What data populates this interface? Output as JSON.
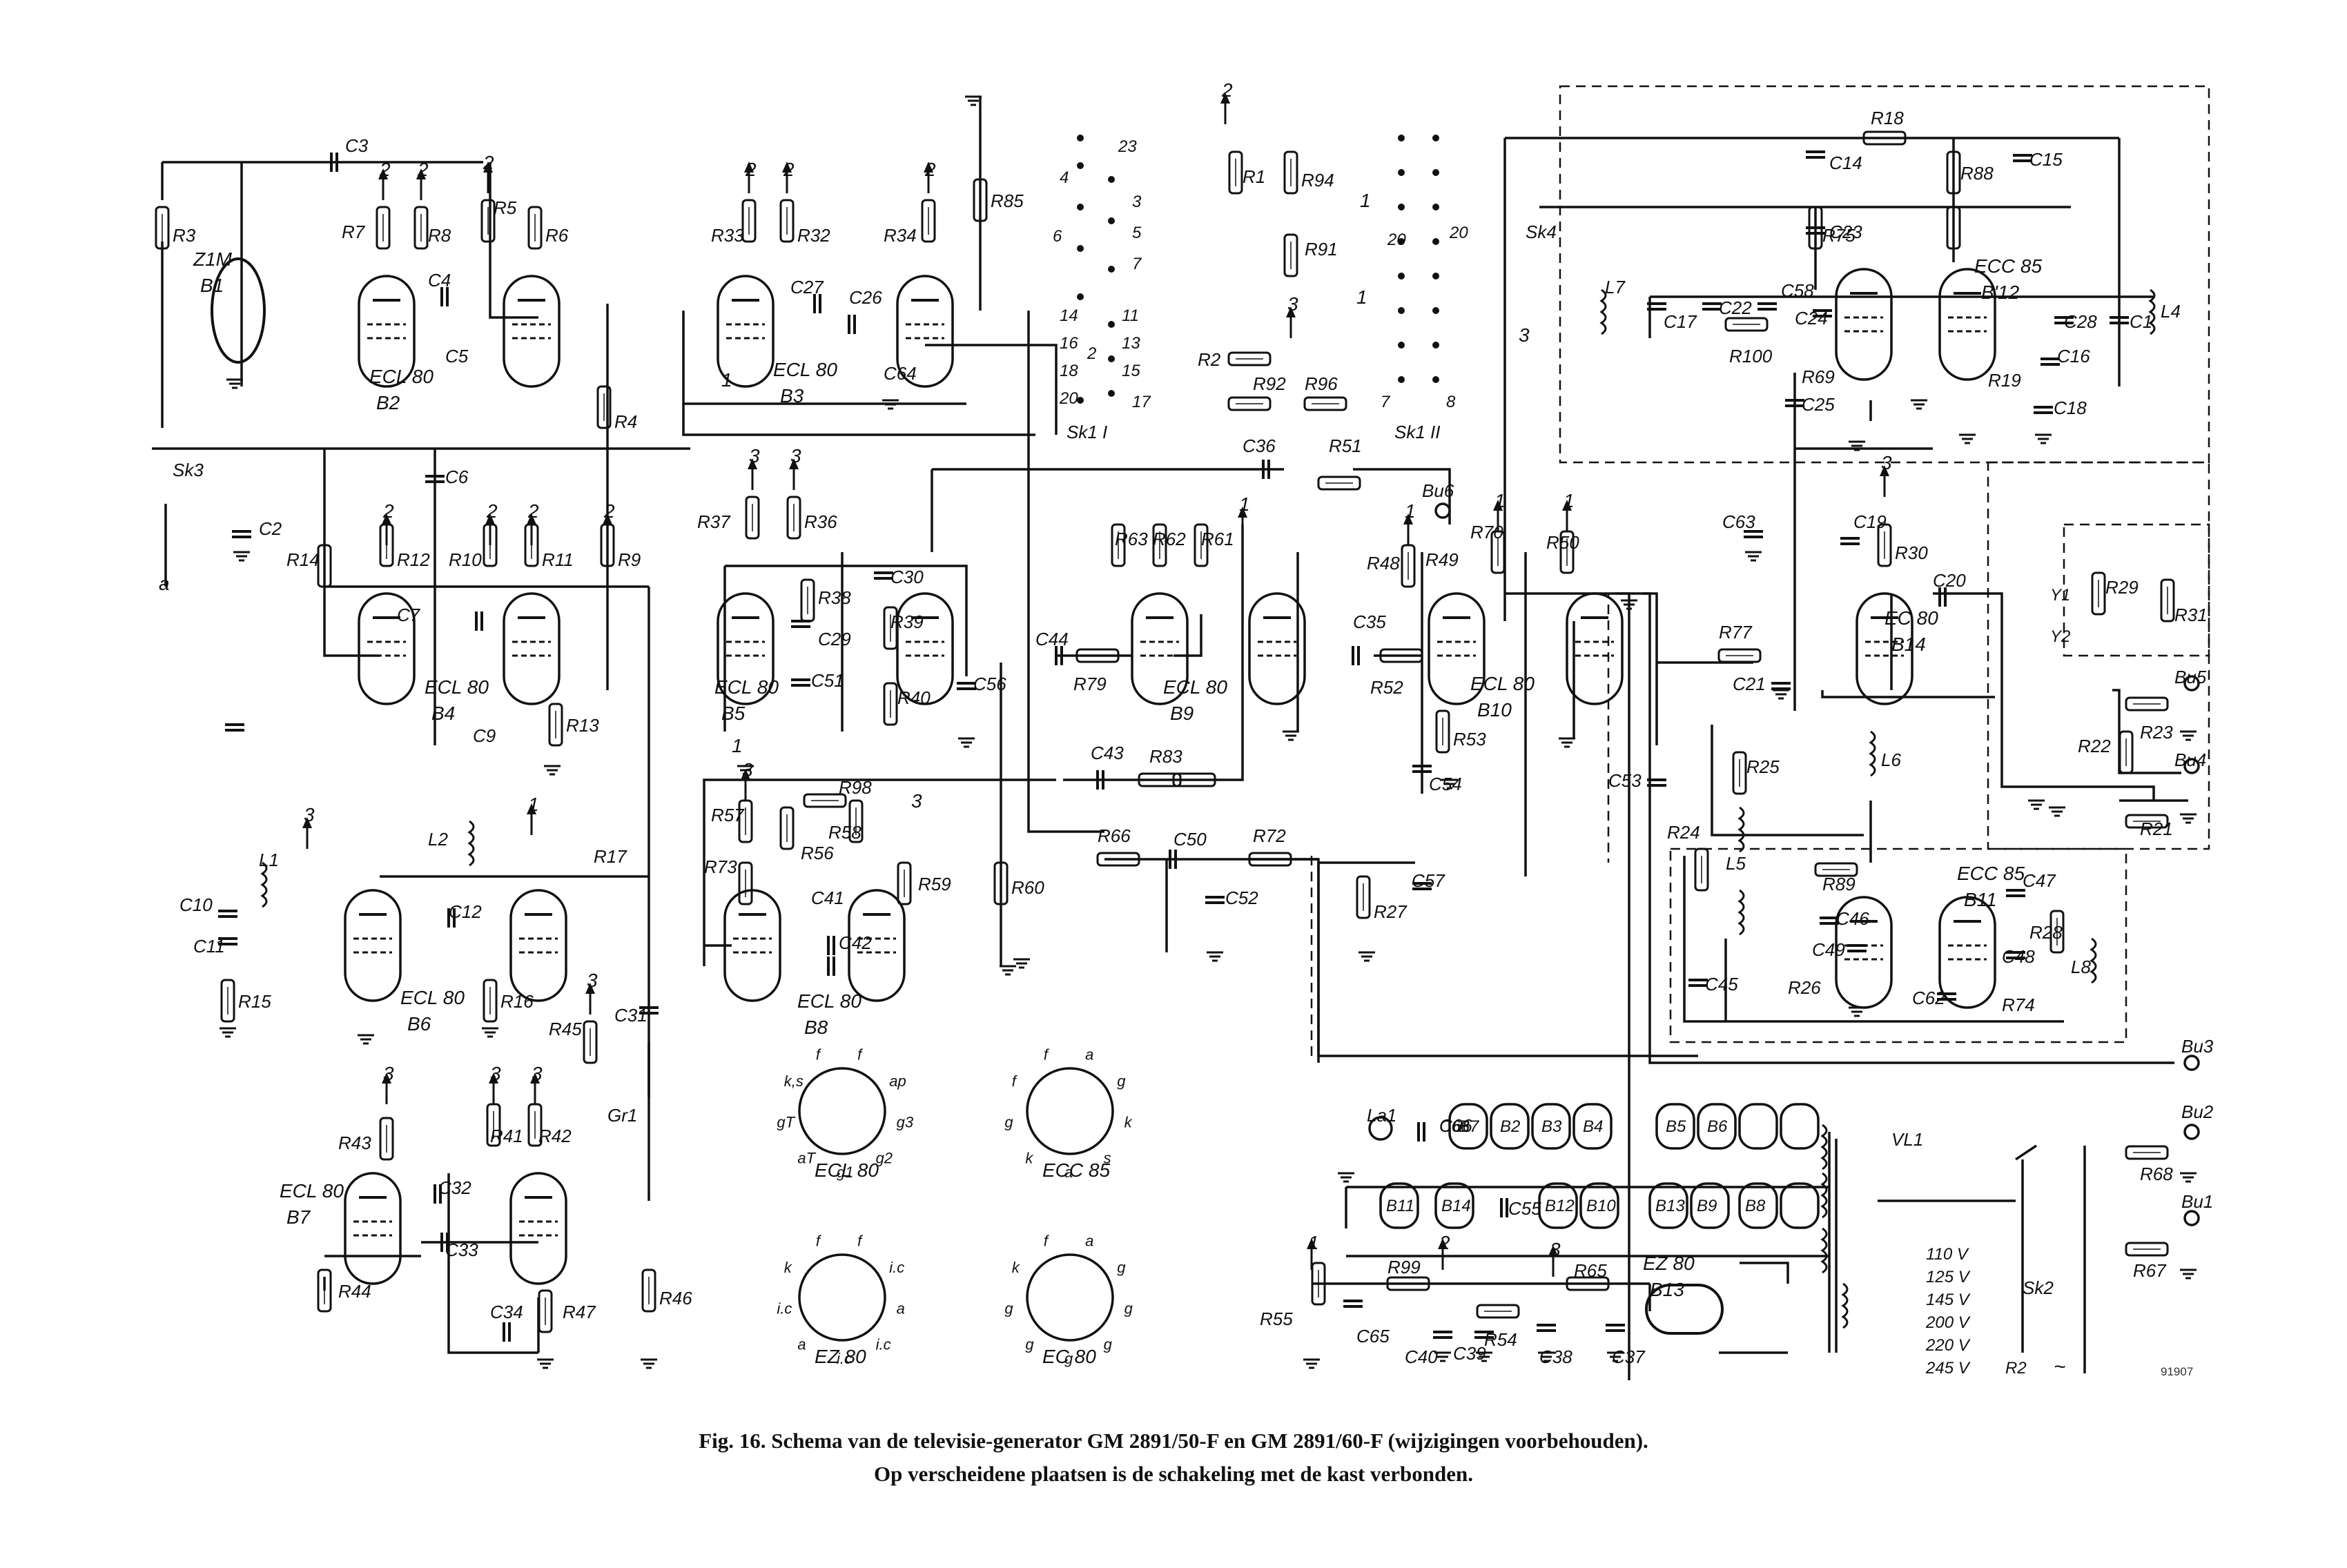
{
  "caption": {
    "line1": "Fig. 16.  Schema van de televisie-generator GM 2891/50-F en GM 2891/60-F (wijzigingen voorbehouden).",
    "line2": "Op verscheidene plaatsen is de schakeling met de kast verbonden."
  },
  "reference_number": "91907",
  "tubes": [
    {
      "label": "ECL 80",
      "name": "B2"
    },
    {
      "label": "ECL 80",
      "name": "B3"
    },
    {
      "label": "ECL 80",
      "name": "B4"
    },
    {
      "label": "ECL 80",
      "name": "B5"
    },
    {
      "label": "ECL 80",
      "name": "B6"
    },
    {
      "label": "ECL 80",
      "name": "B7"
    },
    {
      "label": "ECL 80",
      "name": "B8"
    },
    {
      "label": "ECL 80",
      "name": "B9"
    },
    {
      "label": "ECL 80",
      "name": "B10"
    },
    {
      "label": "ECC 85",
      "name": "B'12"
    },
    {
      "label": "ECC 85",
      "name": "B11"
    },
    {
      "label": "EC 80",
      "name": "B14"
    },
    {
      "label": "EZ 80",
      "name": "B13"
    },
    {
      "label": "Z1M",
      "name": "B1"
    }
  ],
  "components": [
    "R3",
    "R7",
    "R8",
    "R5",
    "R6",
    "R4",
    "R14",
    "R12",
    "R10",
    "R11",
    "R9",
    "R13",
    "R15",
    "R16",
    "R17",
    "R33",
    "R32",
    "R34",
    "R85",
    "R37",
    "R36",
    "R38",
    "R39",
    "R40",
    "R57",
    "R56",
    "R58",
    "R98",
    "R73",
    "R59",
    "R60",
    "R1",
    "R94",
    "R91",
    "R2",
    "R92",
    "R96",
    "R51",
    "R63",
    "R62",
    "R61",
    "R79",
    "R48",
    "R49",
    "R70",
    "R50",
    "R52",
    "R53",
    "R83",
    "R66",
    "R72",
    "R27",
    "R18",
    "R88",
    "R75",
    "R100",
    "R69",
    "R19",
    "R30",
    "R29",
    "R31",
    "R77",
    "R25",
    "R24",
    "R22",
    "R23",
    "R21",
    "R89",
    "R26",
    "R28",
    "R74",
    "R68",
    "R67",
    "R43",
    "R41",
    "R42",
    "R44",
    "R47",
    "R46",
    "R45",
    "R55",
    "R99",
    "R54",
    "R65",
    "C3",
    "C4",
    "C5",
    "C2",
    "C6",
    "C7",
    "C9",
    "C10",
    "C11",
    "C12",
    "C27",
    "C26",
    "C64",
    "C30",
    "C29",
    "C51",
    "C56",
    "C44",
    "C35",
    "C36",
    "C43",
    "C41",
    "C42",
    "C31",
    "C50",
    "C52",
    "C57",
    "C54",
    "C53",
    "C14",
    "C15",
    "C23",
    "C17",
    "C22",
    "C58",
    "C24",
    "C25",
    "C16",
    "C28",
    "C1",
    "C18",
    "C63",
    "C19",
    "C20",
    "C21",
    "C46",
    "C49",
    "C45",
    "C47",
    "C48",
    "C62",
    "C32",
    "C33",
    "C34",
    "C65",
    "C40",
    "C39",
    "C38",
    "C37",
    "C66",
    "C55",
    "L1",
    "L2",
    "L4",
    "L5",
    "L6",
    "L7",
    "L8",
    "La1",
    "Gr1",
    "VL1"
  ],
  "switches": [
    "Sk1 I",
    "Sk1 II",
    "Sk2",
    "Sk3",
    "Sk4"
  ],
  "sockets": [
    "Bu1",
    "Bu2",
    "Bu3",
    "Bu4",
    "Bu5",
    "Bu6"
  ],
  "outputs": [
    "Y1",
    "Y2"
  ],
  "mains_taps": [
    "110 V",
    "125 V",
    "145 V",
    "200 V",
    "220 V",
    "245 V"
  ],
  "base_diagrams": [
    {
      "name": "ECL 80",
      "pins": [
        "f",
        "f",
        "ap",
        "g3",
        "g2",
        "g1",
        "aT",
        "gT",
        "k,s"
      ]
    },
    {
      "name": "ECC 85",
      "pins": [
        "f",
        "a",
        "g",
        "k",
        "s",
        "a",
        "k",
        "g",
        "f"
      ]
    },
    {
      "name": "EZ 80",
      "pins": [
        "f",
        "f",
        "i.c",
        "a",
        "i.c",
        "i.c",
        "a",
        "i.c",
        "k"
      ]
    },
    {
      "name": "EC 80",
      "pins": [
        "f",
        "a",
        "g",
        "g",
        "g",
        "g",
        "g",
        "g",
        "k"
      ]
    }
  ],
  "heater_strings": {
    "chain1": [
      "La1",
      "C66",
      "B7",
      "B2",
      "B3",
      "B4",
      "B5",
      "B6"
    ],
    "chain2": [
      "B11",
      "B14",
      "C55",
      "B12",
      "B10",
      "B13",
      "B9",
      "B8"
    ]
  },
  "supply_nodes": [
    "1",
    "2",
    "3"
  ],
  "misc_text": {
    "a_terminal": "a",
    "r2_out": "R2",
    "tilde": "~",
    "sk1_contacts": [
      "2",
      "3",
      "4",
      "5",
      "6",
      "7",
      "8",
      "11",
      "13",
      "14",
      "15",
      "16",
      "17",
      "18",
      "20",
      "23"
    ]
  }
}
